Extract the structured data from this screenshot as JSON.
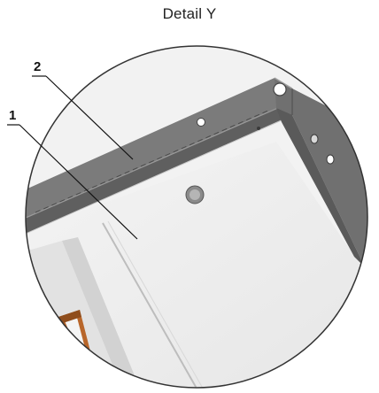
{
  "figure": {
    "title": "Detail Y",
    "callouts": [
      {
        "id": "1",
        "label": "1"
      },
      {
        "id": "2",
        "label": "2"
      }
    ]
  }
}
